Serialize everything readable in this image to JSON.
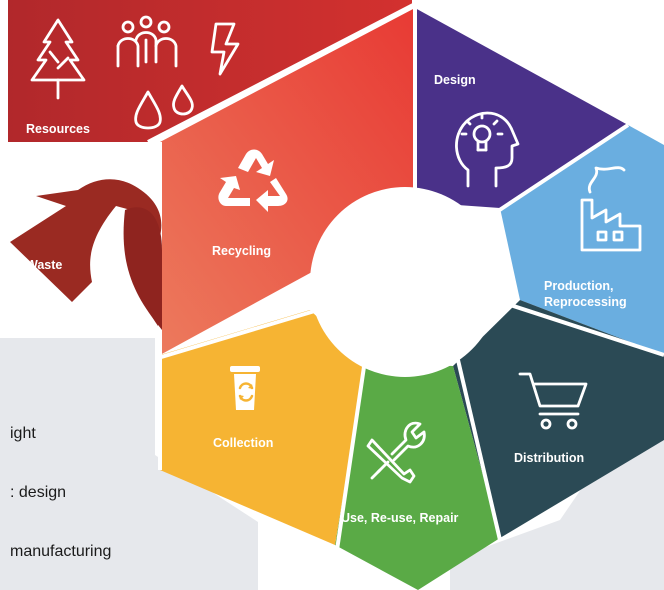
{
  "segments": {
    "resources": "Resources",
    "design": "Design",
    "production": [
      "Production,",
      "Reprocessing"
    ],
    "distribution": "Distribution",
    "use": "Use, Re-use, Repair",
    "collection": "Collection",
    "recycling": "Recycling",
    "waste": "Waste"
  },
  "background_text": [
    "ight",
    ": design",
    "manufacturing"
  ],
  "colors": {
    "resources": "#b3262a",
    "recycling": "#e9493f",
    "design": "#4a3189",
    "production": "#6aaee0",
    "distribution": "#2b4a55",
    "use": "#5aaa46",
    "collection": "#f6b433",
    "waste": "#9a2a22",
    "panel": "#e6e8ec"
  },
  "icons": [
    "tree-icon",
    "people-icon",
    "lightning-icon",
    "water-drops-icon",
    "head-lightbulb-icon",
    "factory-icon",
    "shopping-cart-icon",
    "tools-icon",
    "recycle-bin-icon",
    "recycle-arrows-icon"
  ]
}
